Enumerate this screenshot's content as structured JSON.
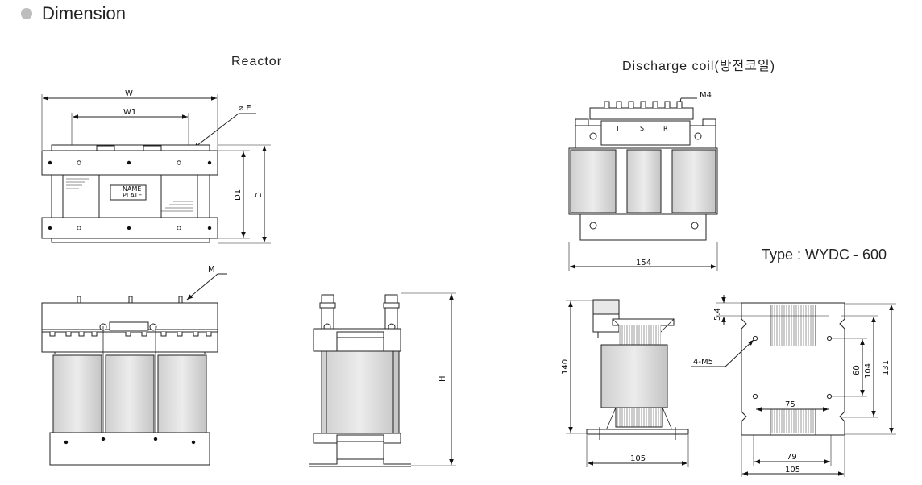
{
  "page": {
    "title": "Dimension",
    "reactor_label": "Reactor",
    "discharge_label": "Discharge coil(방전코일)",
    "type_label": "Type : WYDC - 600"
  },
  "reactor": {
    "dims": {
      "w": "W",
      "w1": "W1",
      "e": "⌀ E",
      "d1": "D1",
      "d": "D",
      "m": "M",
      "h": "H"
    },
    "plate": [
      "NAME",
      "PLATE"
    ]
  },
  "discharge": {
    "terminals": [
      "T",
      "S",
      "R"
    ],
    "m4": "M4",
    "dims": {
      "width": "154",
      "height": "140",
      "base": "105",
      "v54": "5.4",
      "mounting": "4-M5",
      "v60": "60",
      "v104": "104",
      "v131": "131",
      "h75": "75",
      "h79": "79",
      "h105": "105"
    }
  }
}
